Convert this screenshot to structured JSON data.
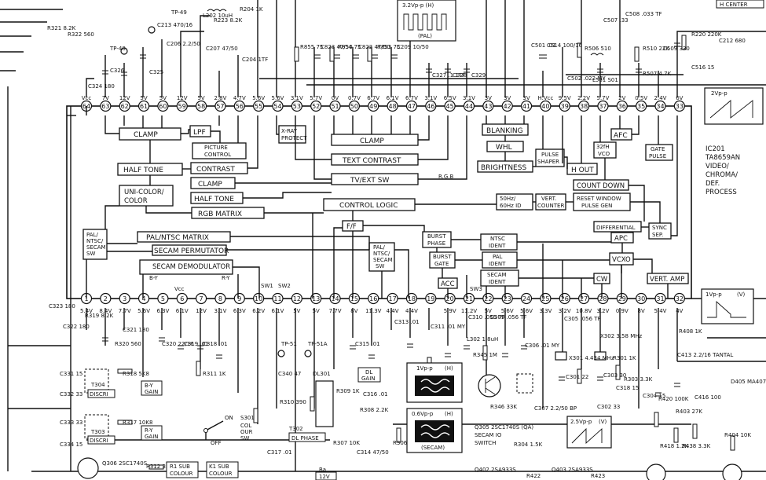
{
  "ic": {
    "lines": [
      "IC201",
      "TA8659AN",
      "VIDEO/",
      "CHROMA/",
      "DEF.",
      "PROCESS"
    ]
  },
  "blocks": {
    "clamp_left": "CLAMP",
    "half_tone_left": "HALF TONE",
    "uni_color": [
      "UNI-COLOR/",
      "COLOR"
    ],
    "rgb_matrix": "RGB MATRIX",
    "lpf": "LPF",
    "picture_control": [
      "PICTURE",
      "CONTROL"
    ],
    "contrast": "CONTRAST",
    "clamp_mid": "CLAMP",
    "half_tone_mid": "HALF TONE",
    "xray": [
      "X-RAY",
      "PROTECT"
    ],
    "clamp_top": "CLAMP",
    "text_contrast": "TEXT CONTRAST",
    "tv_ext": "TV/EXT SW",
    "control_logic": "CONTROL LOGIC",
    "blanking": "BLANKING",
    "whl": "WHL",
    "brightness": "BRIGHTNESS",
    "pulse_shaper": [
      "PULSE",
      "SHAPER"
    ],
    "h_out": "H OUT",
    "afc": "AFC",
    "vco": [
      "32fH",
      "VCO"
    ],
    "gate_pulse": [
      "GATE",
      "PULSE"
    ],
    "count_down": "COUNT DOWN",
    "hz_ident": [
      "50Hz/",
      "60Hz ID"
    ],
    "vert_counter": [
      "VERT.",
      "COUNTER"
    ],
    "reset_window": [
      "RESET WINDOW",
      "PULSE GEN"
    ],
    "differential": "DIFFERENTIAL",
    "sync_sep": [
      "SYNC",
      "SEP."
    ],
    "apc": "APC",
    "vcxo": "VCXO",
    "cw": "CW",
    "vert_amp": "VERT. AMP",
    "pal_ntsc_sw": [
      "PAL/",
      "NTSC/",
      "SECAM",
      "SW"
    ],
    "pal_ntsc_matrix": "PAL/NTSC MATRIX",
    "secam_permutator": "SECAM PERMUTATOR",
    "secam_demod": "SECAM DEMODULATOR",
    "ff": "F/F",
    "pal_ntsc_secam_sw": [
      "PAL/",
      "NTSC/",
      "SECAM",
      "SW"
    ],
    "burst_phase": [
      "BURST",
      "PHASE"
    ],
    "burst_gate": [
      "BURST",
      "GATE"
    ],
    "acc": "ACC",
    "ntsc_ident": [
      "NTSC",
      "IDENT"
    ],
    "pal_ident": [
      "PAL",
      "IDENT"
    ],
    "secam_ident": [
      "SECAM",
      "IDENT"
    ]
  },
  "pins_top": [
    "64",
    "63",
    "62",
    "61",
    "60",
    "59",
    "58",
    "57",
    "56",
    "55",
    "54",
    "53",
    "52",
    "51",
    "50",
    "49",
    "48",
    "47",
    "46",
    "45",
    "44",
    "43",
    "42",
    "41",
    "40",
    "39",
    "38",
    "37",
    "36",
    "35",
    "34",
    "33"
  ],
  "volts_top": [
    "Vcc",
    "7V",
    "12V",
    "5V",
    "5V",
    "12V",
    "5V",
    "2.8V",
    "4.7V",
    "5.6V",
    "5.6V",
    "3.1V",
    "5.7V",
    "0V",
    "0.7V",
    "6.7V",
    "6.1V",
    "6.7V",
    "3.1V",
    "6.5V",
    "3.1V",
    "3V",
    "3V",
    "3V",
    "H.Vcc",
    "9.5V",
    "2.2V",
    "5.7V",
    "2V",
    "0.5V",
    "2.4V",
    "6V"
  ],
  "pins_bottom": [
    "1",
    "2",
    "3",
    "4",
    "5",
    "6",
    "7",
    "8",
    "9",
    "10",
    "11",
    "12",
    "13",
    "14",
    "15",
    "16",
    "17",
    "18",
    "19",
    "20",
    "21",
    "22",
    "23",
    "24",
    "25",
    "26",
    "27",
    "28",
    "29",
    "30",
    "31",
    "32"
  ],
  "volts_bottom": [
    "5.4V",
    "8.4V",
    "7.7V",
    "5.6V",
    "6.3V",
    "6.1V",
    "12V",
    "3.1V",
    "6.3V",
    "6.2V",
    "6.1V",
    "5V",
    "5V",
    "7.7V",
    "8V",
    "11.3V",
    "4.4V",
    "4.4V",
    "",
    "5.9V",
    "11.2V",
    "5V",
    "5.6V",
    "5.6V",
    "3.3V",
    "3.2V",
    "10.8V",
    "3.2V",
    "0.9V",
    "8V",
    "5.4V",
    "4V"
  ],
  "components": [
    "R321 8.2K",
    "R322 560",
    "C213 470/16",
    "C206 2.2/50",
    "R223 8.2K",
    "L202 10uH",
    "R204 1K",
    "TP-49",
    "TP-48",
    "C324 180",
    "C326",
    "C325",
    "C207 47/50",
    "C204 1TF",
    "R855 75",
    "C823 47/50",
    "R854 75",
    "C822 47/50",
    "R853 75",
    "C209 10/50",
    "C327 .1 1TF",
    "C328",
    "C329",
    "C501 .01",
    "C514 100/16",
    "C502 .022 MY",
    "R506 510",
    "L501 S01",
    "C507 .33",
    "C508 .033 TF",
    "R510 22K",
    "C509 330",
    "R220 220K",
    "C212 680",
    "C516 15",
    "R507 4.7K",
    "C323 180",
    "C322 180",
    "R319 8.2K",
    "C321 180",
    "R320 560",
    "C320 22/16",
    "C319 .01",
    "C318 .01",
    "R311 1K",
    "C317 .01",
    "C315 .01",
    "C313 .01",
    "C311 .01 MY",
    "C310 .056 TF",
    "C309 .056 TF",
    "C305 .056 TF",
    "C306 .01 MY",
    "X301 4.434 MHz",
    "X302 3.58 MHz",
    "C301 22",
    "C303 30",
    "R301 1K",
    "R303 3.3K",
    "C304 15",
    "C302 33",
    "R420 100K",
    "R403 27K",
    "R418 1.2K",
    "R438 3.3K",
    "R404 10K",
    "C416 100",
    "C413 2.2/16 TANTAL",
    "D405 MA4075",
    "R408 1K",
    "L302 1.8uH",
    "R346 33K",
    "R345 1M",
    "C307 2.2/50 BP",
    "R304 1.5K",
    "R308 2.2K",
    "C316 .01",
    "R309 1K",
    "R310 390",
    "R307 10K",
    "R306 330K",
    "C314 47/50",
    "C340 47",
    "C318 15",
    "C332 33",
    "C333 33",
    "C334 15",
    "C331 15",
    "R318 5K8",
    "R317 10K8",
    "Q305 2SC1740S (QA)",
    "Q306 2SC1740S",
    "Q402 2SA933S",
    "Q403 2SA933S",
    "R312 33K",
    "R422",
    "R423"
  ],
  "labels": {
    "secam_io": "SECAM IO",
    "switch": "SWITCH",
    "dl_phase": "DL PHASE",
    "dl_gain": [
      "DL",
      "GAIN"
    ],
    "dl301": "DL301",
    "t302": "T302",
    "t304": "T304",
    "t303": "T303",
    "discri_1": "DISCRI",
    "discri_2": "DISCRI",
    "b_y_gain": [
      "B-Y",
      "GAIN"
    ],
    "r_y_gain": [
      "R-Y",
      "GAIN"
    ],
    "s301": "S301",
    "col_our_sw": [
      "COL",
      "OUR",
      "SW"
    ],
    "on": "ON",
    "off": "OFF",
    "tp51": "TP-51",
    "tp51a": "TP-51A",
    "k1_sub_colour": [
      "K1 SUB",
      "COLOUR"
    ],
    "r1_sub_colour": [
      "R1 SUB",
      "COLOUR"
    ],
    "ba": "Ba",
    "v12": "12V",
    "h_center": "H CENTER",
    "sw1": "SW1",
    "sw2": "SW2",
    "sw3": "SW3",
    "rgb": "R.G.B",
    "b_y": "B-Y",
    "r_y": "R-Y",
    "vcc_lbl": "Vcc"
  },
  "waveforms": {
    "pal_top": [
      "3.2Vp-p (H)",
      "(PAL)"
    ],
    "saw_right": "2Vp-p",
    "vert_right": [
      "1Vp-p",
      "(V)"
    ],
    "burst1": [
      "1Vp-p",
      "(H)"
    ],
    "burst2": [
      "0.6Vp-p",
      "(H)",
      "(SECAM)"
    ],
    "saw_bottom": [
      "2.5Vp-p",
      "(V)"
    ]
  }
}
